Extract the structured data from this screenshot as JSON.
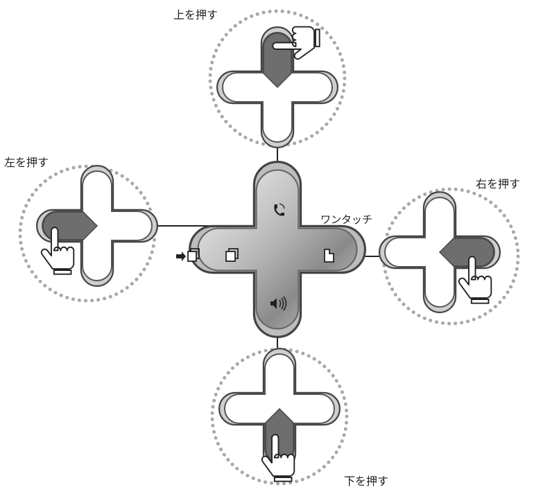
{
  "labels": {
    "up": "上を押す",
    "left": "左を押す",
    "right": "右を押す",
    "down": "下を押す",
    "one_touch": "ワンタッチ"
  },
  "icons": {
    "up": "phone-icon",
    "left": "page-open-icon",
    "right": "document-icon",
    "down": "speaker-icon",
    "side": "insert-page-icon"
  },
  "colors": {
    "pressed": "#6e6e6e",
    "key_light": "#f2f2f2",
    "outline": "#555555",
    "dotted_circle": "#a8a8a8"
  }
}
